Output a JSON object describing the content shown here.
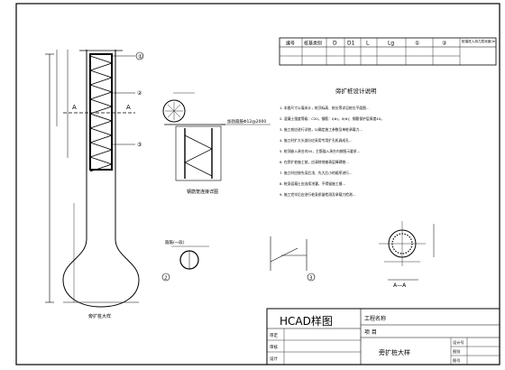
{
  "table": {
    "headers": [
      "编号",
      "桩基类别",
      "D",
      "D1",
      "L",
      "Lg",
      "①",
      "②"
    ],
    "extra_header": "桩端进入持力层深度(m)"
  },
  "notes": {
    "title": "旁扩桩设计说明",
    "items": [
      "1. 本图尺寸以毫米计，桩顶标高、桩长等详见桩位平面图...",
      "2. 混凝土强度等级：C20，钢筋：I(Φ)，II(Φ)；钢筋保护层厚度40。",
      "3. 施工前应进行试桩，以确定施工参数及单桩承载力...",
      "4. 施工时扩大头部分应采用专用扩孔机具成孔...",
      "5. 桩顶嵌入承台内50，主筋锚入承台内按图示要求...",
      "6. 在旁扩桩施工前，应清除地基表层障碍物...",
      "7. 施工时应按先深后浅、先大后小的顺序进行...",
      "8. 桩身混凝土应连续浇灌，不得留施工缝...",
      "9. 施工完毕后应进行桩身质量检测及承载力检测..."
    ]
  },
  "labels": {
    "detail_label": "钢筋笼连接详图",
    "big_pile_label": "旁扩桩大样",
    "section_label": "A—A",
    "marker_a": "A",
    "circle1": "1",
    "circle2": "2",
    "circle3": "3",
    "rebar_1": "①",
    "rebar_2": "②",
    "rebar_3": "③",
    "rebar_note": "箍筋(一段)",
    "weld_note": "加劲箍筋Φ12@2000"
  },
  "titleblock": {
    "brand": "HCAD样图",
    "project_name_label": "工程名称",
    "item_label": "项 目",
    "drawing_title": "旁扩桩大样",
    "rows_left": [
      "审定",
      "审核",
      "设计"
    ],
    "rows_right": [
      "设计号",
      "图别",
      "图号"
    ]
  }
}
